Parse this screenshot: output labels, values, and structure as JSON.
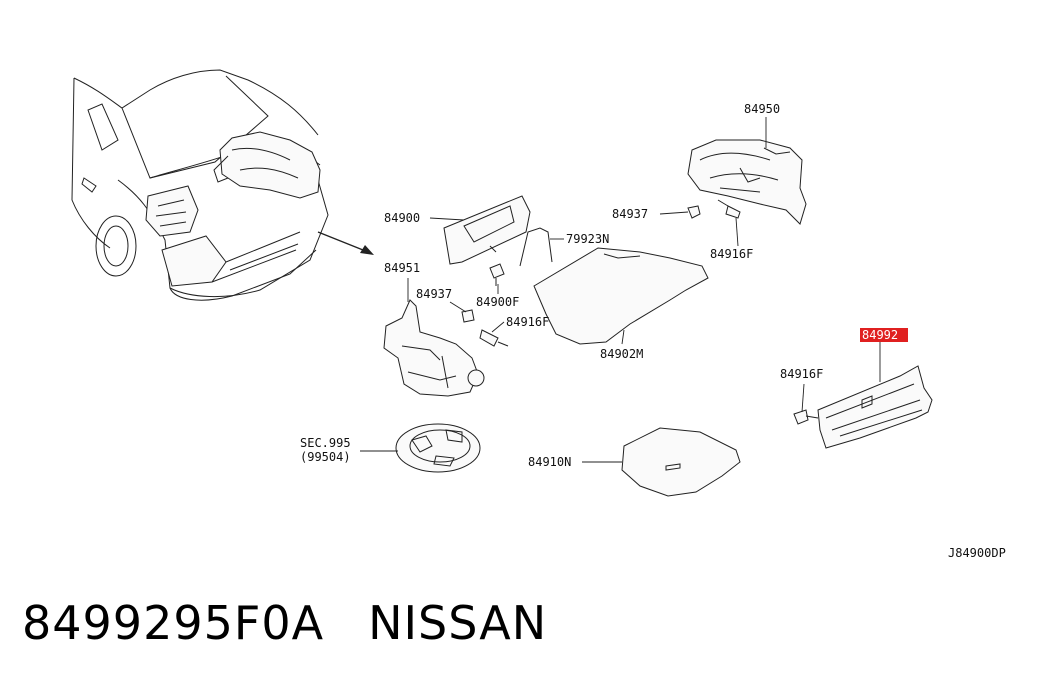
{
  "labels": {
    "p84950": "84950",
    "p84937_top": "84937",
    "p84916F_top": "84916F",
    "p84900": "84900",
    "p79923N": "79923N",
    "p84951": "84951",
    "p84937_mid": "84937",
    "p84900F": "84900F",
    "p84916F_mid": "84916F",
    "p84902M": "84902M",
    "p84992_hl": "84992",
    "p84916F_right": "84916F",
    "sec995_line1": "SEC.995",
    "sec995_line2": "(99504)",
    "p84910N": "84910N",
    "diagram_code": "J84900DP"
  },
  "caption": {
    "part_number": "8499295F0A",
    "brand": "NISSAN"
  },
  "colors": {
    "highlight": "#e02020",
    "ink": "#222222"
  }
}
